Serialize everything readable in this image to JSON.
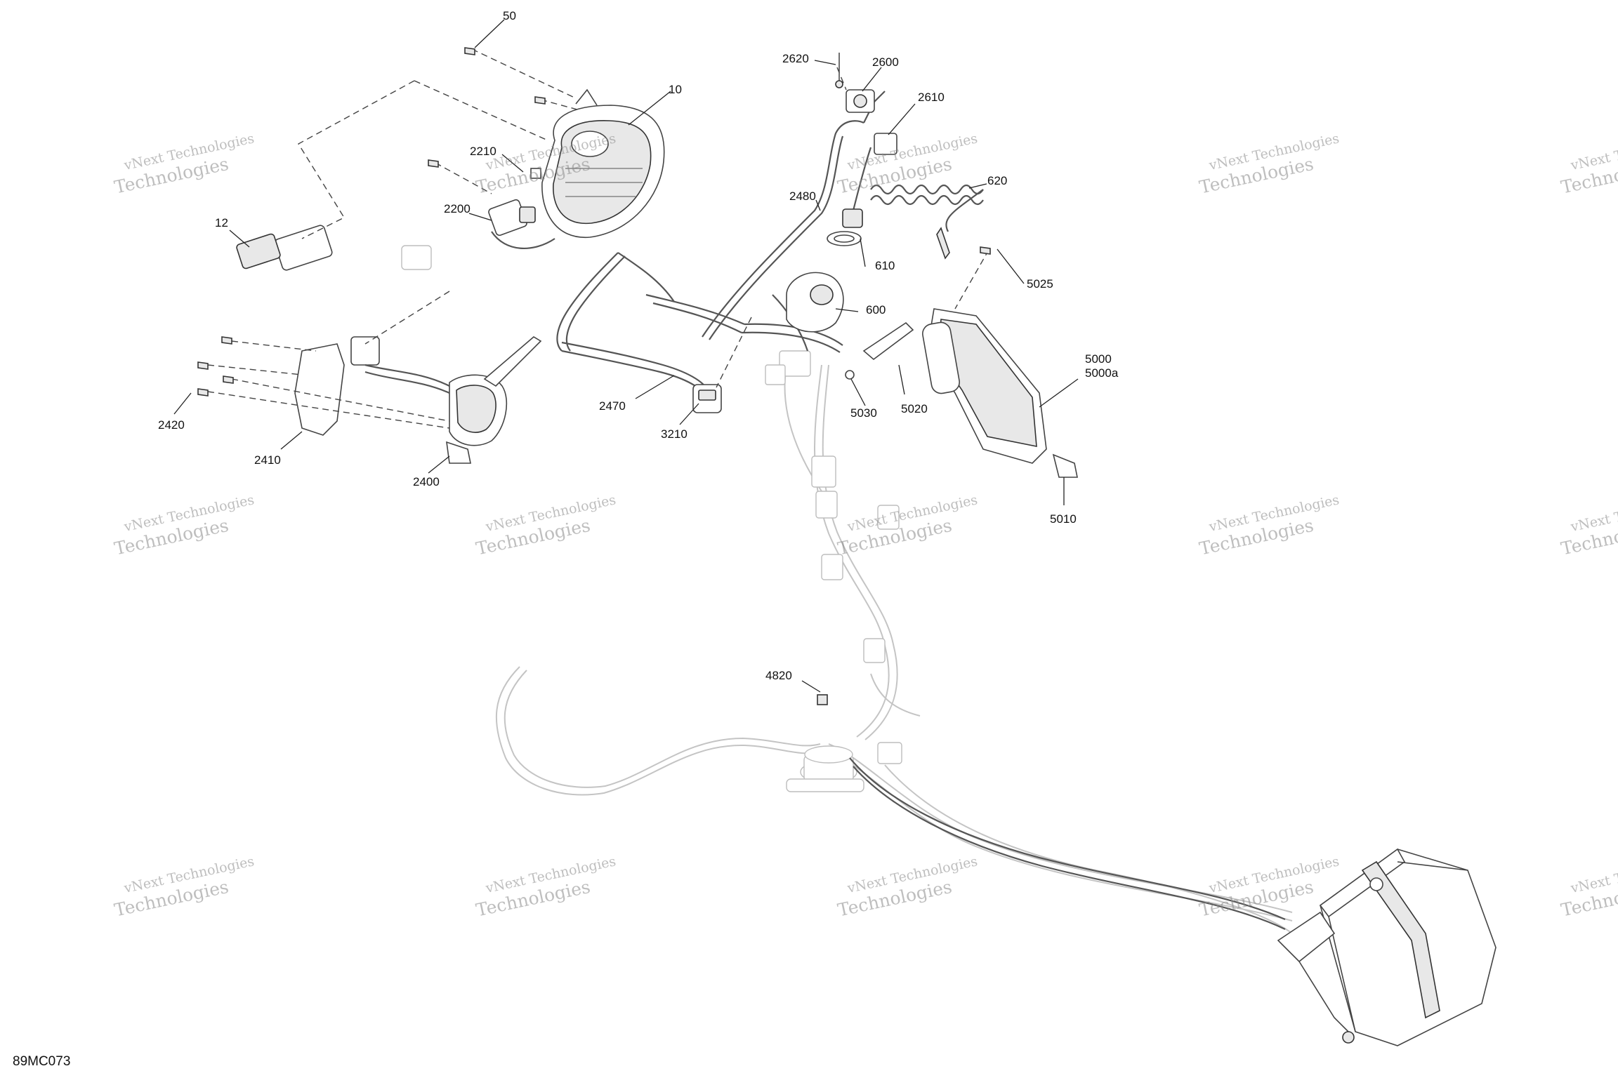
{
  "drawing_code": "89MC073",
  "watermark": {
    "line1": "vNext Technologies",
    "line2": "Technologies"
  },
  "callouts": [
    {
      "id": "c50",
      "text": "50"
    },
    {
      "id": "c10",
      "text": "10"
    },
    {
      "id": "c12",
      "text": "12"
    },
    {
      "id": "c2210",
      "text": "2210"
    },
    {
      "id": "c2200",
      "text": "2200"
    },
    {
      "id": "c2620",
      "text": "2620"
    },
    {
      "id": "c2600",
      "text": "2600"
    },
    {
      "id": "c2610",
      "text": "2610"
    },
    {
      "id": "c620",
      "text": "620"
    },
    {
      "id": "c2480",
      "text": "2480"
    },
    {
      "id": "c610",
      "text": "610"
    },
    {
      "id": "c5025",
      "text": "5025"
    },
    {
      "id": "c600",
      "text": "600"
    },
    {
      "id": "c5000",
      "text": "5000"
    },
    {
      "id": "c5000a",
      "text": "5000a"
    },
    {
      "id": "c5020",
      "text": "5020"
    },
    {
      "id": "c5030",
      "text": "5030"
    },
    {
      "id": "c5010",
      "text": "5010"
    },
    {
      "id": "c2470",
      "text": "2470"
    },
    {
      "id": "c3210",
      "text": "3210"
    },
    {
      "id": "c2420",
      "text": "2420"
    },
    {
      "id": "c2410",
      "text": "2410"
    },
    {
      "id": "c2400",
      "text": "2400"
    },
    {
      "id": "c4820",
      "text": "4820"
    }
  ]
}
